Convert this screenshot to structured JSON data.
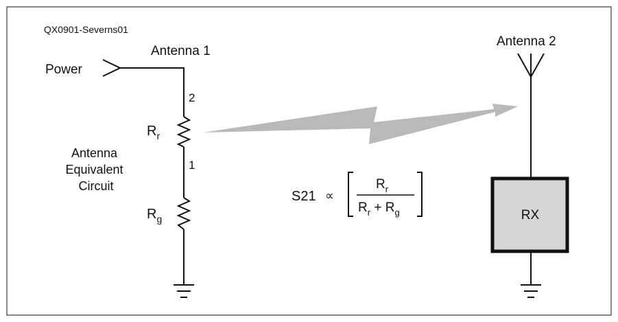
{
  "figure_id": "QX0901-Severns01",
  "source": {
    "label": "Power",
    "antenna_label": "Antenna 1",
    "node_top": "2",
    "node_bottom": "1",
    "radiation_resistor": {
      "symbol": "R",
      "subscript": "r"
    },
    "loss_resistor": {
      "symbol": "R",
      "subscript": "g"
    },
    "equivalent_circuit_label": [
      "Antenna",
      "Equivalent",
      "Circuit"
    ]
  },
  "equation": {
    "lhs": "S21",
    "relation": "∝",
    "numerator": {
      "symbol": "R",
      "subscript": "r"
    },
    "denominator": [
      {
        "symbol": "R",
        "subscript": "r"
      },
      {
        "symbol": " + R",
        "subscript": "g"
      }
    ]
  },
  "receiver": {
    "antenna_label": "Antenna 2",
    "box_label": "RX",
    "box_fill": "#d6d6d6"
  },
  "colors": {
    "line": "#111111",
    "arrow": "#b9b9b9"
  }
}
